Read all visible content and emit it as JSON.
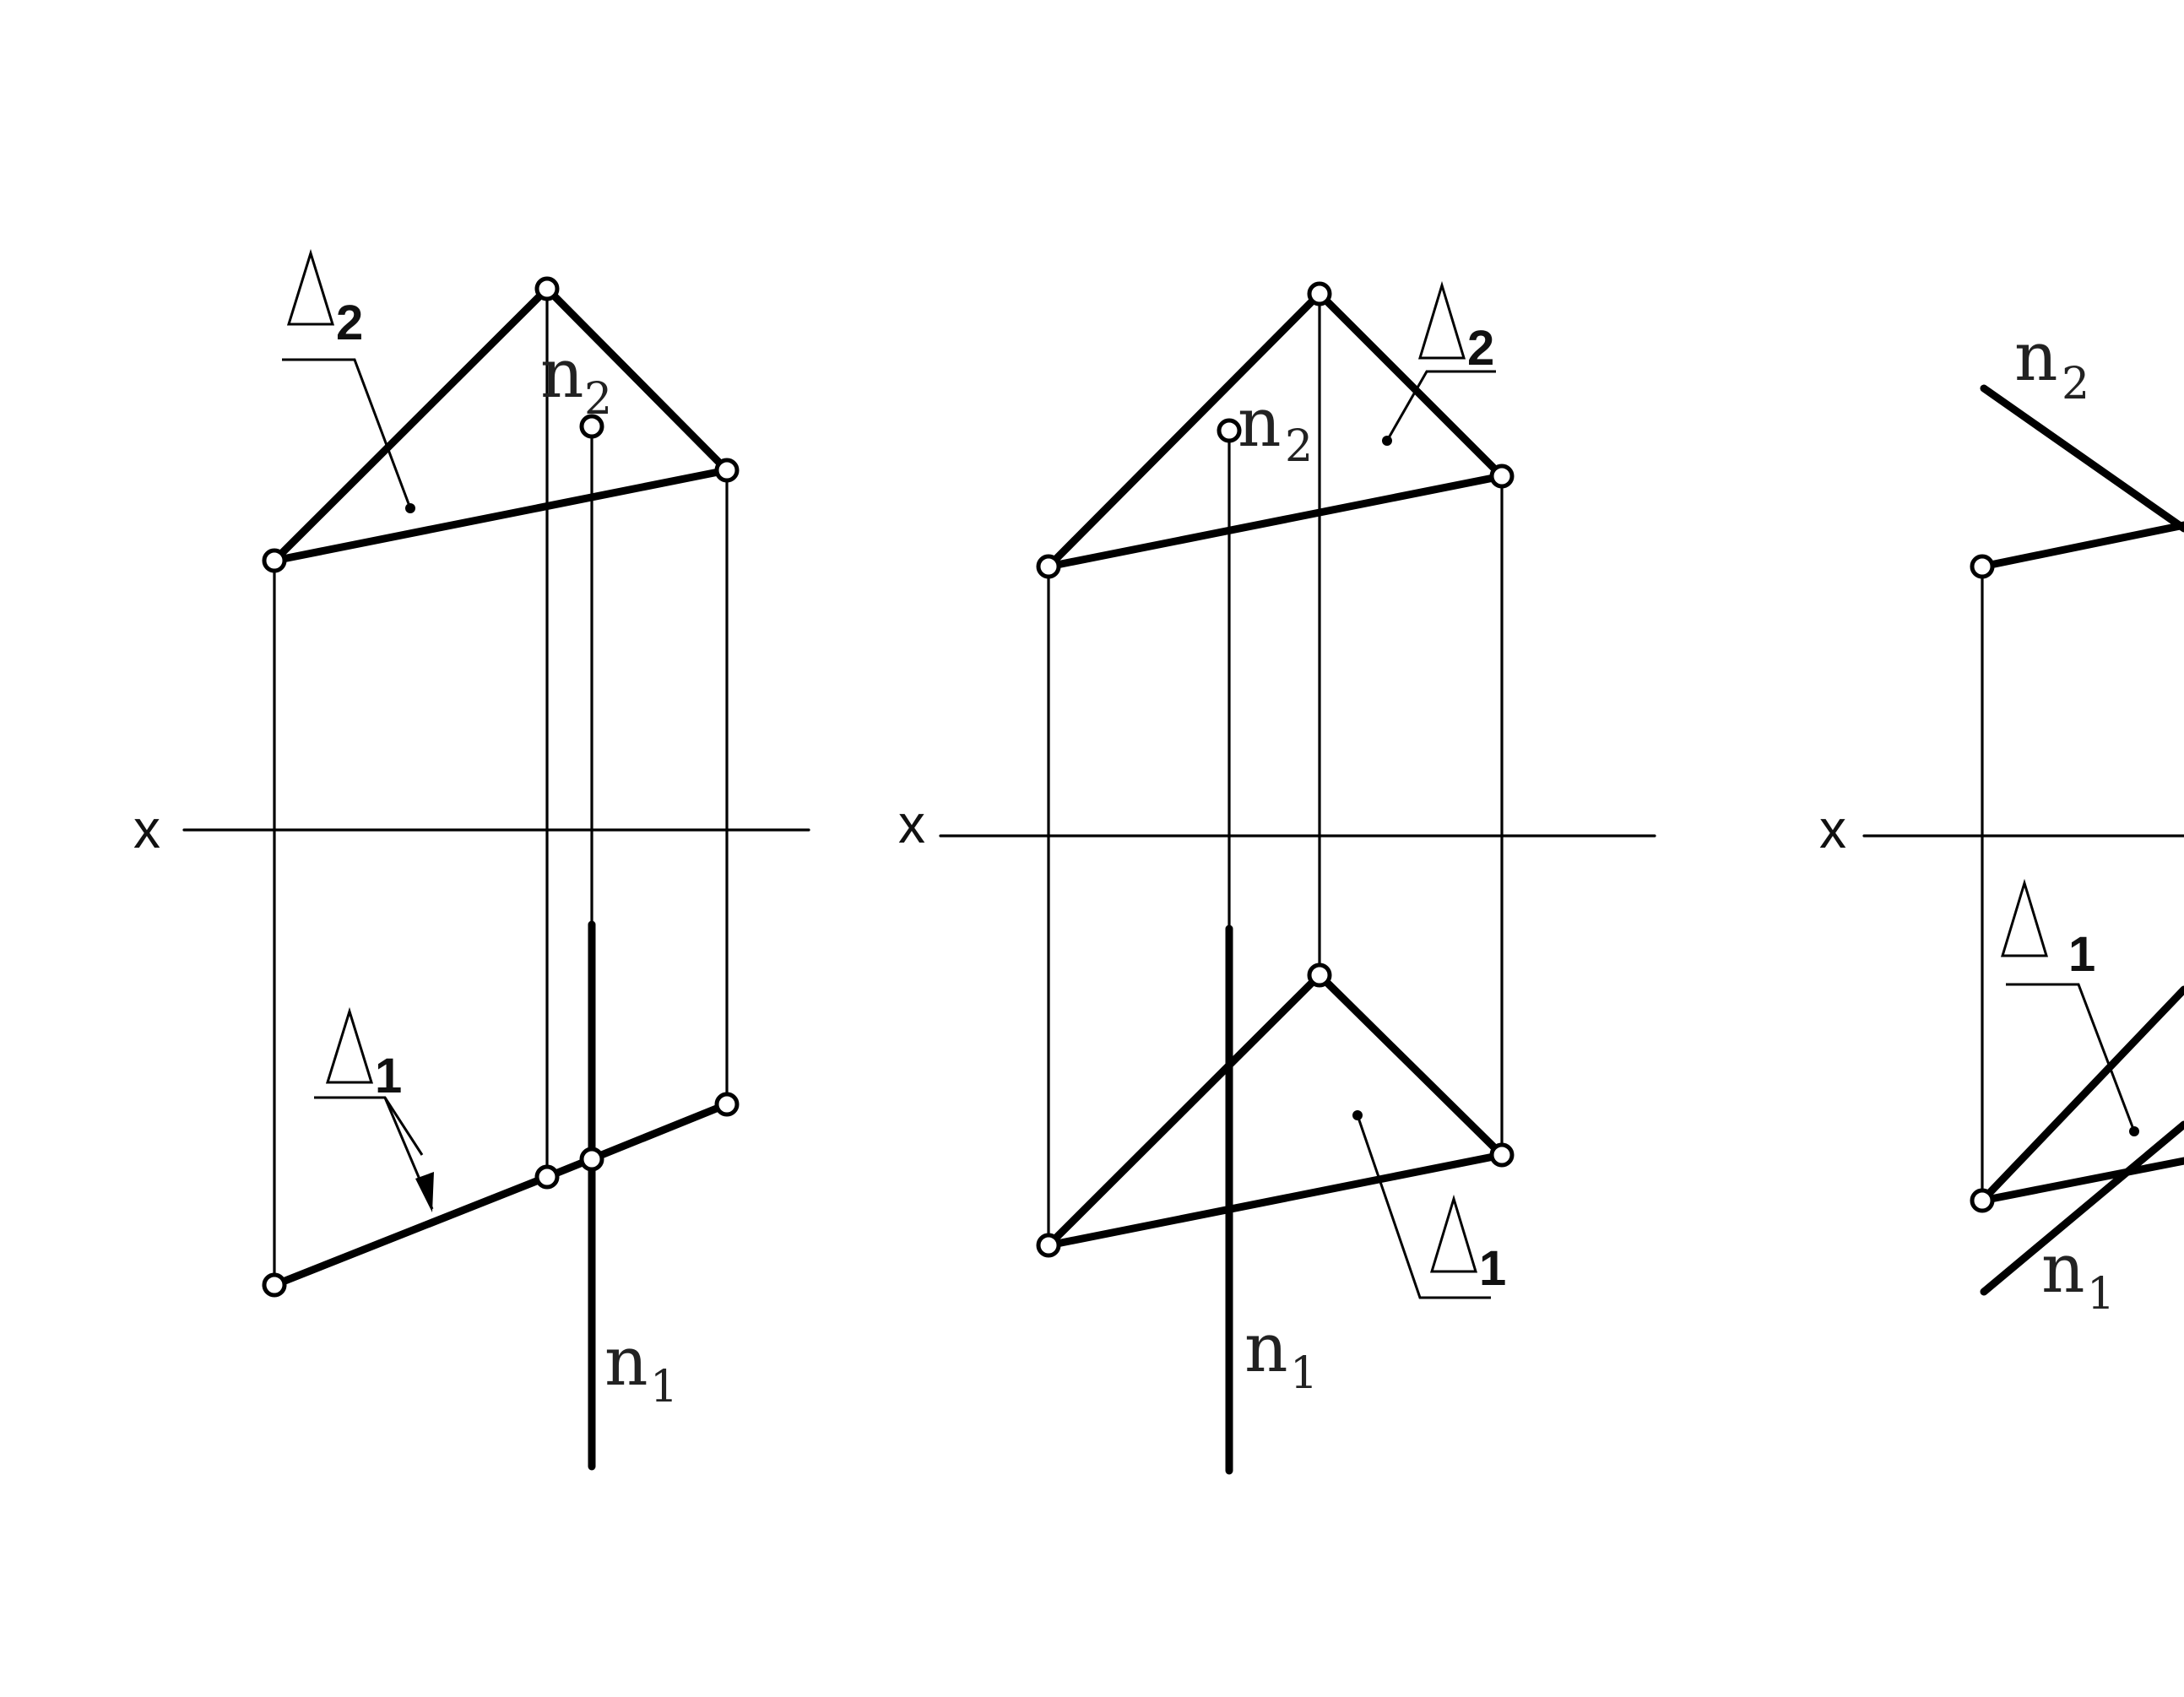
{
  "labels": {
    "axis": "x",
    "delta": "Δ",
    "n": "n",
    "sub_1": "1",
    "sub_2": "2"
  },
  "figures": [
    {
      "id": "figure-1"
    },
    {
      "id": "figure-2"
    },
    {
      "id": "figure-3"
    }
  ]
}
